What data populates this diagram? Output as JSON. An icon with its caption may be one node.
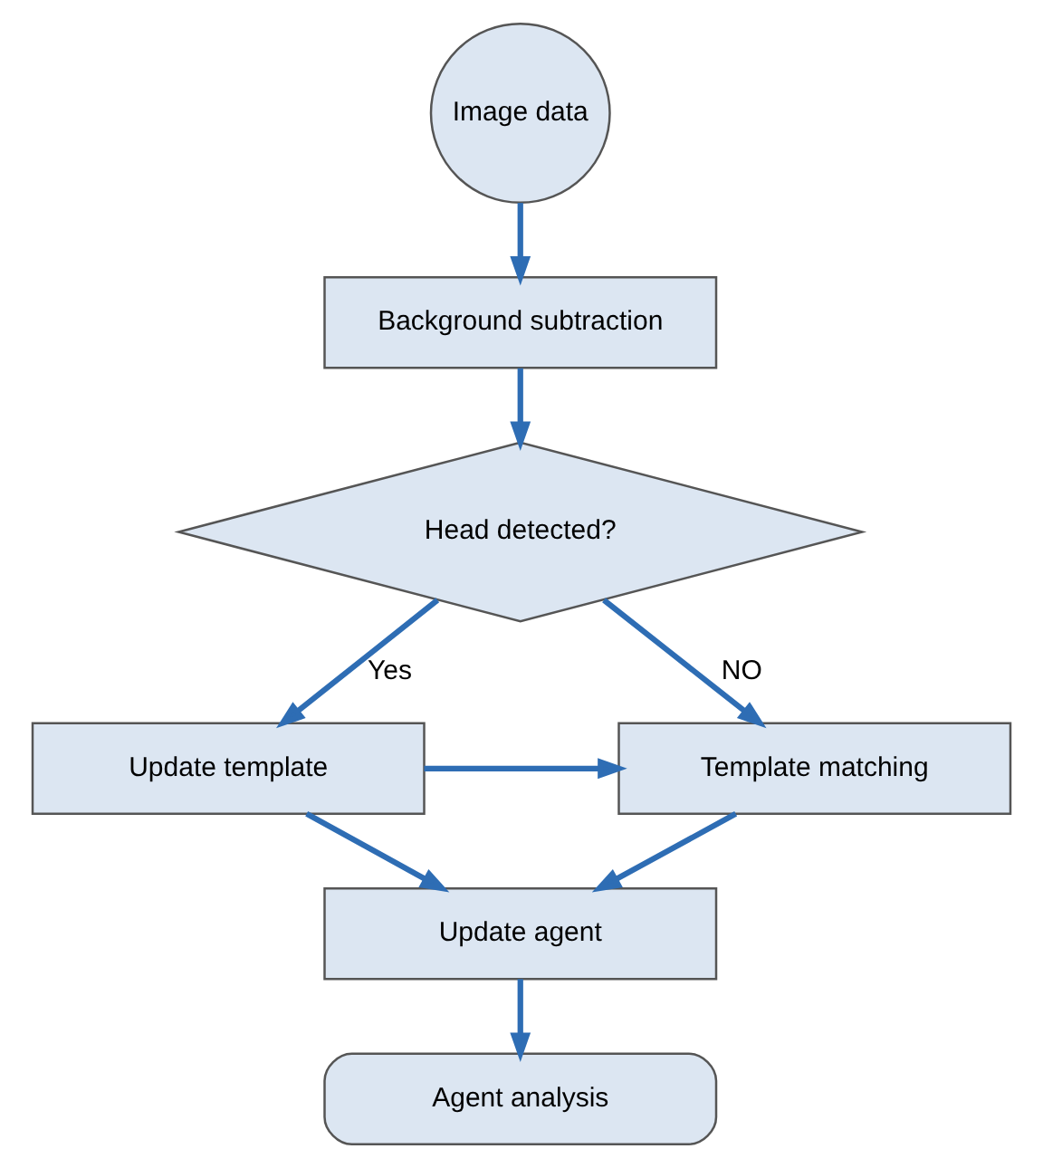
{
  "diagram": {
    "nodes": [
      {
        "text": [
          "Image data"
        ]
      },
      {
        "text": [
          "Background subtraction"
        ]
      },
      {
        "text": [
          "Head detected?"
        ]
      },
      {
        "text": [
          "Update template"
        ]
      },
      {
        "text": [
          "Template matching"
        ]
      },
      {
        "text": [
          "Update agent"
        ]
      },
      {
        "text": [
          "Agent analysis"
        ]
      }
    ],
    "edges": [
      {
        "from": 0,
        "to": 1,
        "arrow": "to"
      },
      {
        "from": 1,
        "to": 2,
        "arrow": "to"
      },
      {
        "from": 2,
        "to": 3,
        "arrow": "to",
        "label": "Yes"
      },
      {
        "from": 2,
        "to": 4,
        "arrow": "to",
        "label": "NO"
      },
      {
        "from": 3,
        "to": 4,
        "arrow": "to"
      },
      {
        "from": 3,
        "to": 5,
        "arrow": "to"
      },
      {
        "from": 4,
        "to": 5,
        "arrow": "to"
      },
      {
        "from": 5,
        "to": 6,
        "arrow": "to"
      }
    ]
  }
}
